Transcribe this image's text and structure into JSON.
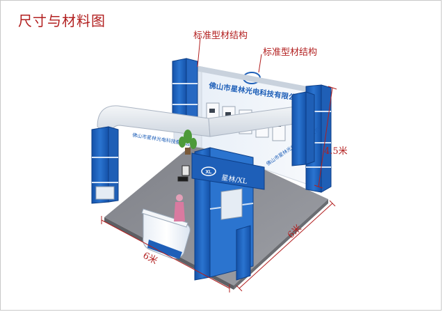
{
  "page_title": "尺寸与材料图",
  "annotations": {
    "structure_label_1": "标准型材结构",
    "structure_label_2": "标准型材结构",
    "height_label": "4.5米",
    "width_label": "6米",
    "depth_label": "6米"
  },
  "booth": {
    "company_name": "佛山市星林光电科技有限公司",
    "logo_text": "XL",
    "brand_sign": "星林/XL",
    "accent_color": "#1e5fb8",
    "floor_color": "#8e9096",
    "dimension_color": "#b21f1f"
  }
}
